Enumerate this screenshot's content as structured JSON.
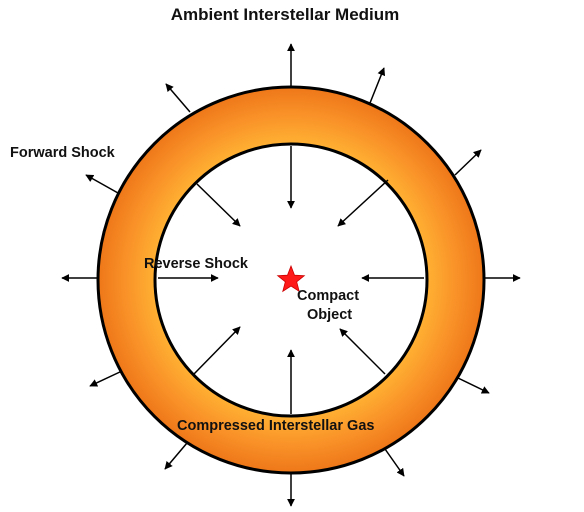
{
  "title": "Ambient Interstellar Medium",
  "labels": {
    "forward_shock": "Forward Shock",
    "reverse_shock": "Reverse Shock",
    "compact_object_line1": "Compact",
    "compact_object_line2": "Object",
    "compressed_gas": "Compressed Interstellar Gas"
  },
  "colors": {
    "shell_outer": "#f07d1a",
    "shell_inner": "#ffae33",
    "outline": "#000000",
    "star": "#ff1a1a",
    "arrows": "#000000",
    "background": "#ffffff"
  }
}
